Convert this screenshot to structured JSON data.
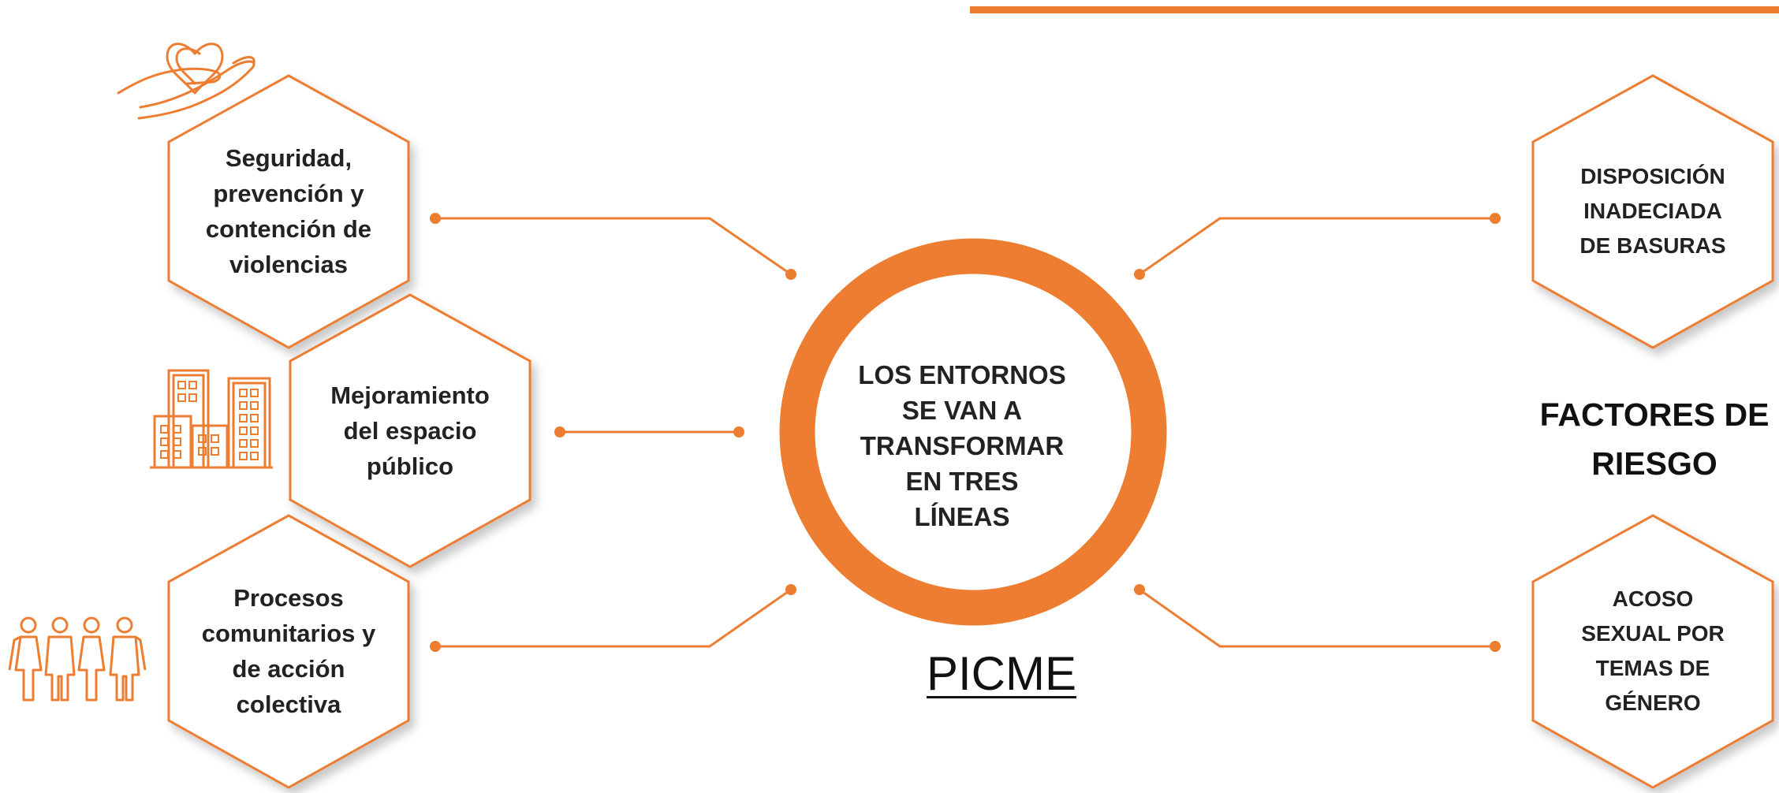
{
  "colors": {
    "accent": "#ED7D31",
    "text": "#222222"
  },
  "center": {
    "text": "LOS ENTORNOS\nSE VAN A\nTRANSFORMAR\nEN TRES\nLÍNEAS",
    "subtitle": "PICME"
  },
  "left_lines": [
    {
      "label": "Seguridad,\nprevención y\ncontención de\nviolencias",
      "icon": "hand-heart-icon"
    },
    {
      "label": "Mejoramiento\ndel espacio\npúblico",
      "icon": "buildings-icon"
    },
    {
      "label": "Procesos\ncomunitarios y\nde acción\ncolectiva",
      "icon": "people-group-icon"
    }
  ],
  "risk_factors": {
    "title": "FACTORES DE\nRIESGO",
    "items": [
      {
        "label": "DISPOSICIÓN\nINADECIADA\nDE BASURAS"
      },
      {
        "label": "ACOSO\nSEXUAL POR\nTEMAS DE\nGÉNERO"
      }
    ]
  }
}
